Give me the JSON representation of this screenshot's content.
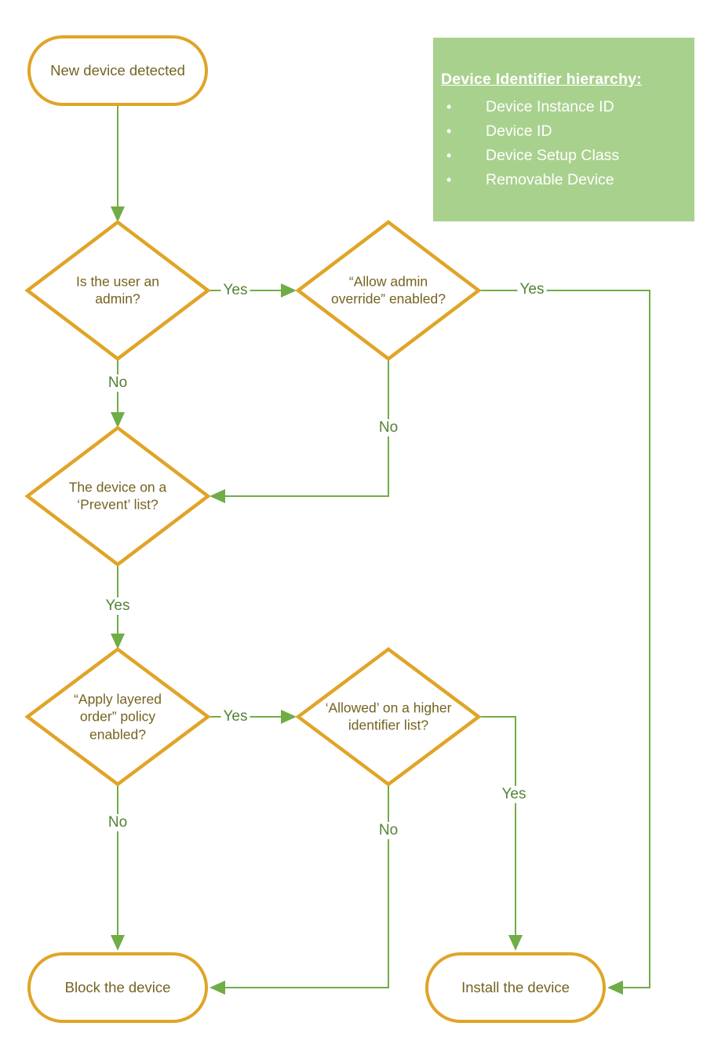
{
  "legend": {
    "title": "Device Identifier hierarchy:",
    "items": [
      "Device Instance ID",
      "Device ID",
      "Device Setup Class",
      "Removable Device"
    ]
  },
  "nodes": {
    "start": {
      "label": "New device detected"
    },
    "admin": {
      "label": "Is the user an admin?"
    },
    "override": {
      "label": "“Allow admin override” enabled?"
    },
    "prevent": {
      "label": "The device on a ‘Prevent’ list?"
    },
    "layered": {
      "label": "“Apply layered order” policy enabled?"
    },
    "allowed": {
      "label": "‘Allowed’ on a higher identifier list?"
    },
    "block": {
      "label": "Block the device"
    },
    "install": {
      "label": "Install the device"
    }
  },
  "edge_labels": {
    "admin_yes": "Yes",
    "admin_no": "No",
    "override_yes": "Yes",
    "override_no": "No",
    "prevent_yes": "Yes",
    "layered_yes": "Yes",
    "layered_no": "No",
    "allowed_yes": "Yes",
    "allowed_no": "No"
  },
  "colors": {
    "node_border": "#E0A427",
    "connector": "#70AD47",
    "edge_label_text": "#548235",
    "node_text": "#756322",
    "legend_bg": "#A9D18E",
    "legend_text": "#FFFFFF"
  }
}
